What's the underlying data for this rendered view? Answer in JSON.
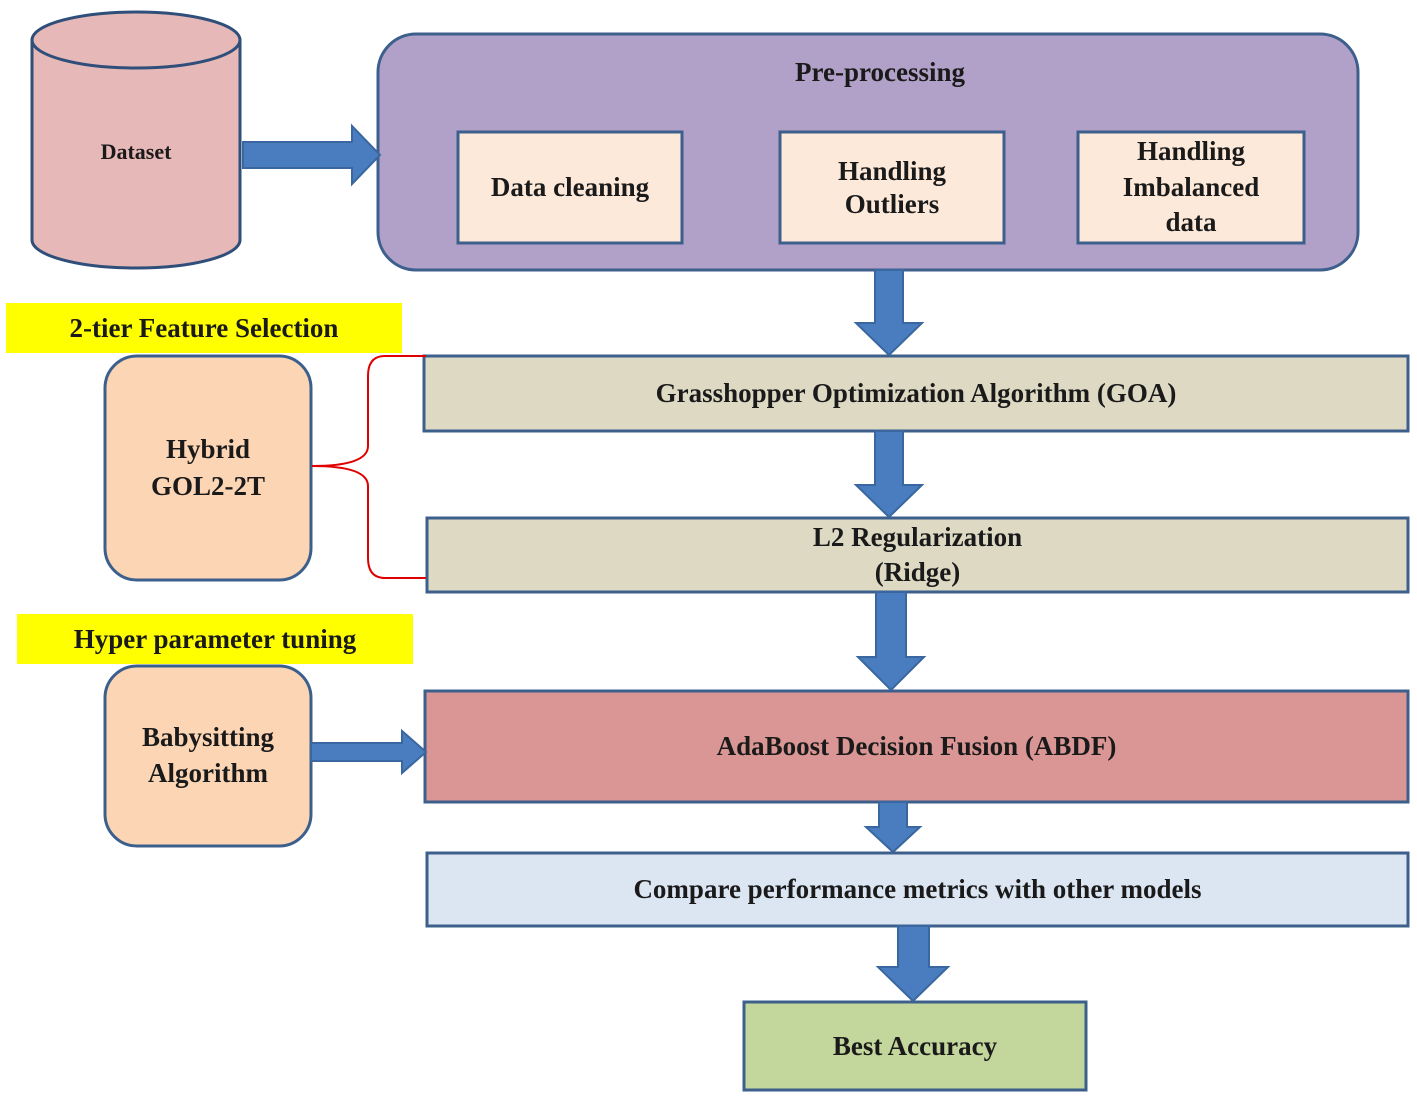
{
  "colors": {
    "arrow": "#4a7dbf",
    "arrow_edge": "#3a679f",
    "dataset_fill": "#e6b8b7",
    "dataset_edge": "#2f4f7a",
    "preprocess_fill": "#b1a0c7",
    "inner_box_fill": "#fde9d9",
    "feature_fill": "#ddd9c3",
    "adaboost_fill": "#da9694",
    "compare_fill": "#dce6f2",
    "accuracy_fill": "#c3d69b",
    "side_box_fill": "#fcd5b5",
    "highlight": "#ffff00",
    "brace": "#e00000",
    "box_edge": "#3c5f8c"
  },
  "nodes": {
    "dataset": "Dataset",
    "preprocessing": "Pre-processing",
    "data_cleaning": "Data cleaning",
    "handling_outliers": [
      "Handling",
      "Outliers"
    ],
    "handling_imbalanced": [
      "Handling",
      "Imbalanced",
      "data"
    ],
    "goa": "Grasshopper Optimization Algorithm (GOA)",
    "l2": [
      "L2 Regularization",
      "(Ridge)"
    ],
    "adaboost": "AdaBoost Decision Fusion (ABDF)",
    "compare": "Compare performance metrics with other models",
    "best_accuracy": "Best Accuracy",
    "hybrid": [
      "Hybrid",
      "GOL2-2T"
    ],
    "babysitting": [
      "Babysitting",
      "Algorithm"
    ]
  },
  "highlights": {
    "feature_selection": "2-tier Feature Selection",
    "hyper_tuning": "Hyper parameter tuning"
  }
}
